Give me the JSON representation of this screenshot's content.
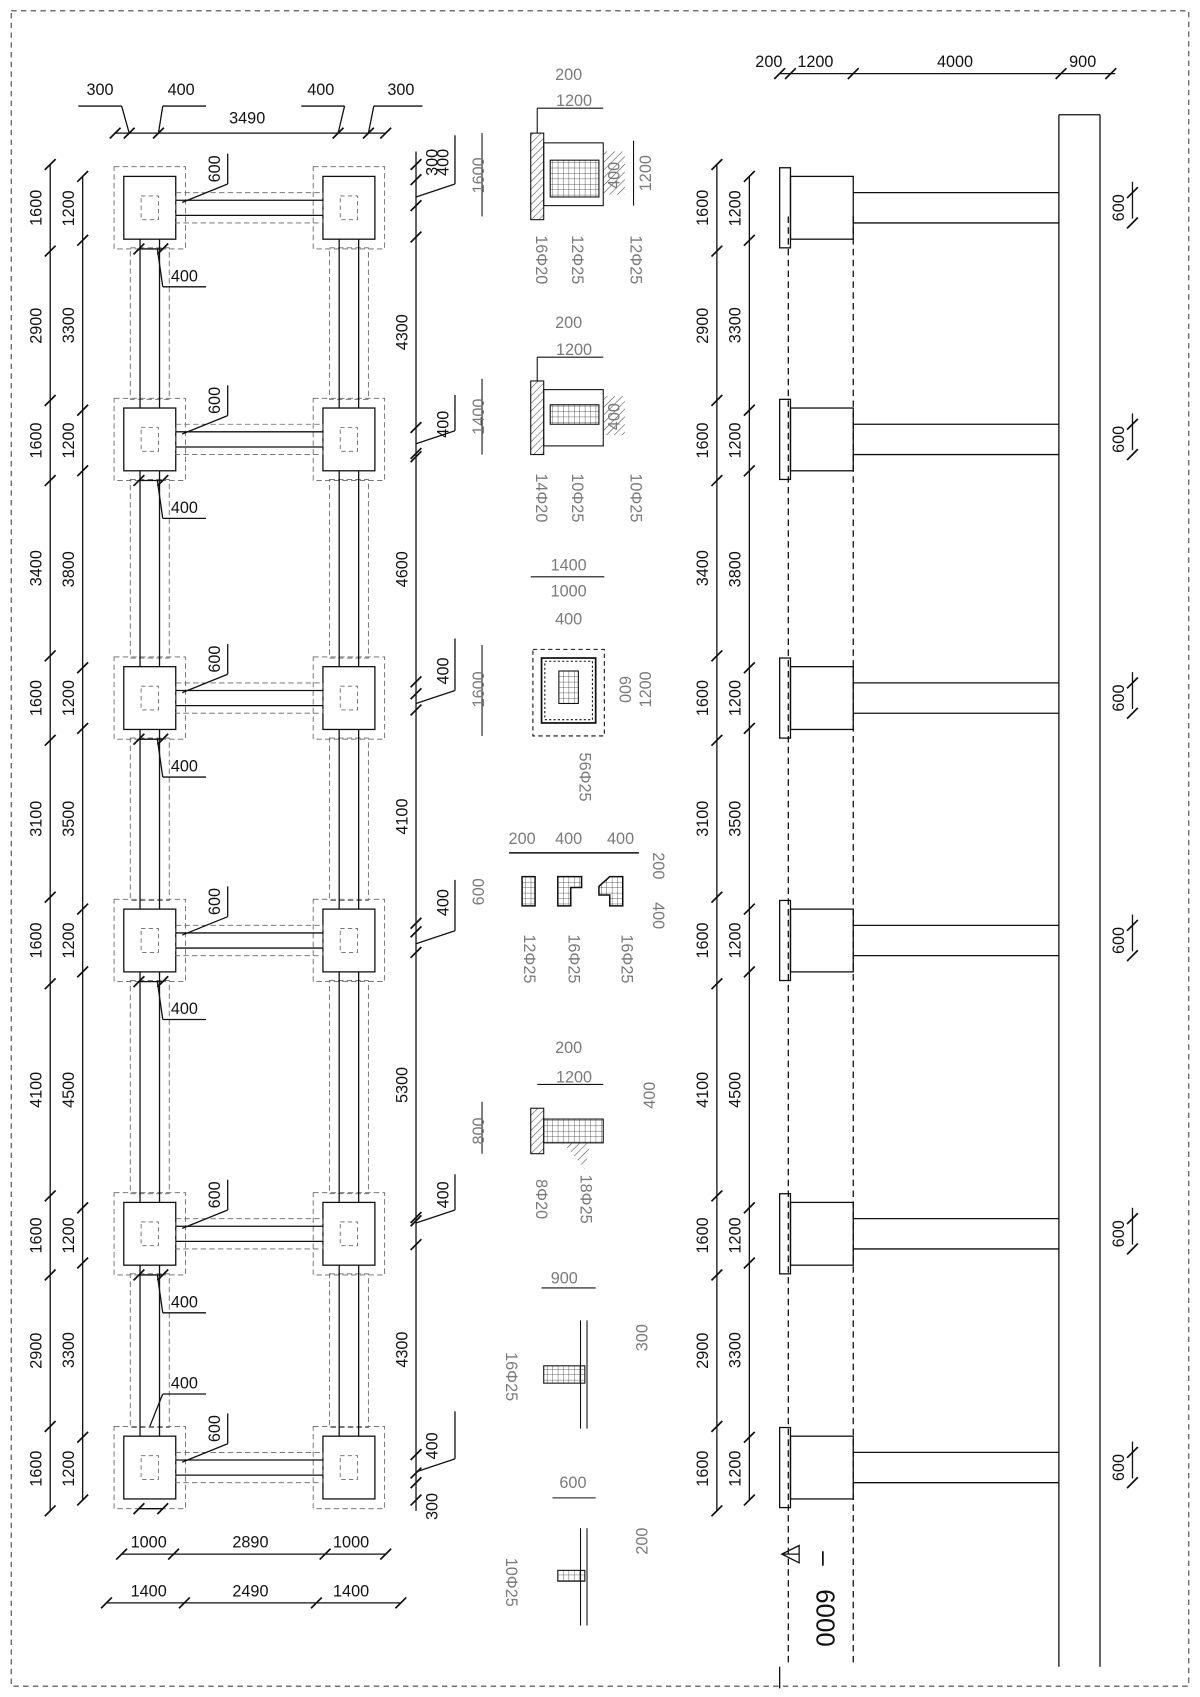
{
  "plan": {
    "top_dims": [
      "300",
      "400",
      "3490",
      "400",
      "300"
    ],
    "bottom_dims_upper": [
      "1000",
      "2890",
      "1000"
    ],
    "bottom_dims_lower": [
      "1400",
      "2490",
      "1400"
    ],
    "left_outer_dims": [
      "1600",
      "2900",
      "1600",
      "3400",
      "1600",
      "3100",
      "1600",
      "4100",
      "1600",
      "2900",
      "1600"
    ],
    "left_inner_dims": [
      "1200",
      "3300",
      "1200",
      "3800",
      "1200",
      "3500",
      "1200",
      "4500",
      "1200",
      "3300",
      "1200"
    ],
    "right_span_dims": [
      "4300",
      "4600",
      "4100",
      "5300",
      "4300"
    ],
    "right_tag_dims": [
      "300",
      "400",
      "400",
      "400",
      "400",
      "400",
      "400",
      "300"
    ],
    "beam_callouts": [
      "600",
      "600",
      "600",
      "600",
      "600",
      "600"
    ],
    "column_callouts": [
      "400",
      "400",
      "400",
      "400",
      "400",
      "400"
    ]
  },
  "details": {
    "d1": {
      "w_top": "200",
      "w": "1200",
      "h_left": "1600",
      "h_mid": "400",
      "h_right": "1200",
      "bars": [
        "16Φ20",
        "12Φ25",
        "12Φ25"
      ]
    },
    "d2": {
      "w_top": "200",
      "w": "1200",
      "h_left": "1400",
      "h_mid": "400",
      "bars": [
        "14Φ20",
        "10Φ25",
        "10Φ25"
      ]
    },
    "d3": {
      "w1": "1400",
      "w2": "1000",
      "w3": "400",
      "h_left": "1600",
      "h_in": "600",
      "h_right": "1200",
      "bars": [
        "56Φ25"
      ]
    },
    "d4": {
      "w": [
        "200",
        "400",
        "400"
      ],
      "h_left": "600",
      "h_r1": "200",
      "h_r2": "400",
      "bars": [
        "12Φ25",
        "16Φ25",
        "16Φ25"
      ]
    },
    "d5": {
      "w_top": "200",
      "w": "1200",
      "h_left": "800",
      "h_right": "400",
      "bars": [
        "8Φ20",
        "18Φ25"
      ]
    },
    "d6": {
      "w": "900",
      "h": "300",
      "bars": [
        "16Φ25"
      ]
    },
    "d7": {
      "w": "600",
      "h": "200",
      "bars": [
        "10Φ25"
      ]
    }
  },
  "elevation": {
    "top_dims": [
      "200",
      "1200",
      "4000",
      "900"
    ],
    "left_outer_dims": [
      "1600",
      "2900",
      "1600",
      "3400",
      "1600",
      "3100",
      "1600",
      "4100",
      "1600",
      "2900",
      "1600"
    ],
    "left_inner_dims": [
      "1200",
      "3300",
      "1200",
      "3800",
      "1200",
      "3500",
      "1200",
      "4500",
      "1200",
      "3300",
      "1200"
    ],
    "right_dims": [
      "600",
      "600",
      "600",
      "600",
      "600",
      "600"
    ],
    "level_mark": "6000",
    "level_dash": "–"
  }
}
